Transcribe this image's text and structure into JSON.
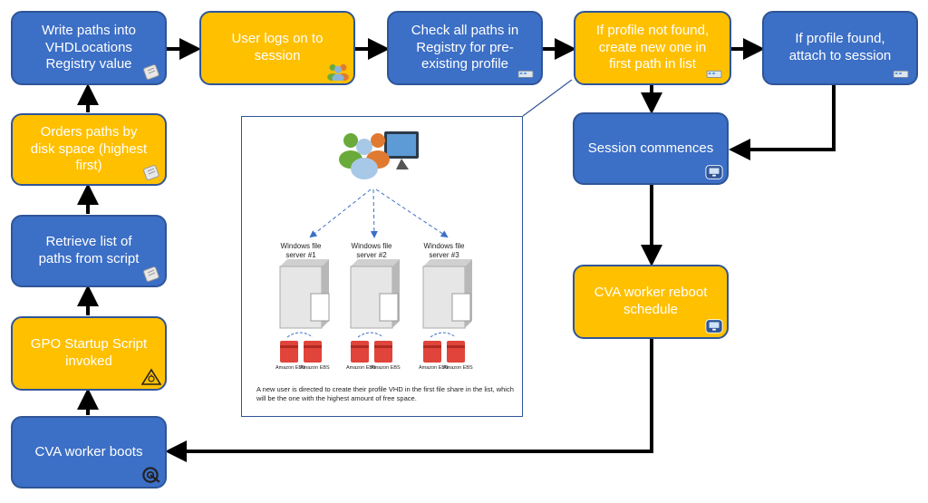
{
  "nodes": {
    "write_paths": "Write paths into\nVHDLocations\nRegistry value",
    "user_logs_on": "User logs on to\nsession",
    "check_paths": "Check all paths in\nRegistry for pre-\nexisting profile",
    "profile_not_found": "If profile not found,\ncreate new one in\nfirst path in list",
    "profile_found": "If profile found,\nattach to session",
    "orders_paths": "Orders paths by\ndisk space (highest\nfirst)",
    "session_commences": "Session commences",
    "retrieve_list": "Retrieve list of\npaths from script",
    "gpo_startup": "GPO Startup Script\ninvoked",
    "cva_reboot": "CVA worker reboot\nschedule",
    "cva_boots": "CVA worker boots"
  },
  "inset": {
    "servers": [
      {
        "label": "Windows file\nserver #1",
        "disks": [
          "Amazon EBS",
          "Amazon EBS"
        ]
      },
      {
        "label": "Windows file\nserver #2",
        "disks": [
          "Amazon EBS",
          "Amazon EBS"
        ]
      },
      {
        "label": "Windows file\nserver #3",
        "disks": [
          "Amazon EBS",
          "Amazon EBS"
        ]
      }
    ],
    "caption": "A new user is directed to create their profile VHD in the first file share in the list, which will be the one with the highest amount of free space."
  },
  "icons": {
    "script": "script-scroll-icon",
    "users": "users-group-icon",
    "server": "server-icon",
    "monitor": "monitor-icon",
    "gpo": "gpo-warning-icon",
    "power": "power-icon"
  },
  "colors": {
    "blue": "#3c6fc6",
    "gold": "#ffc000",
    "border": "#2f5597",
    "arrow": "#000000",
    "ebs": "#e0443a"
  }
}
